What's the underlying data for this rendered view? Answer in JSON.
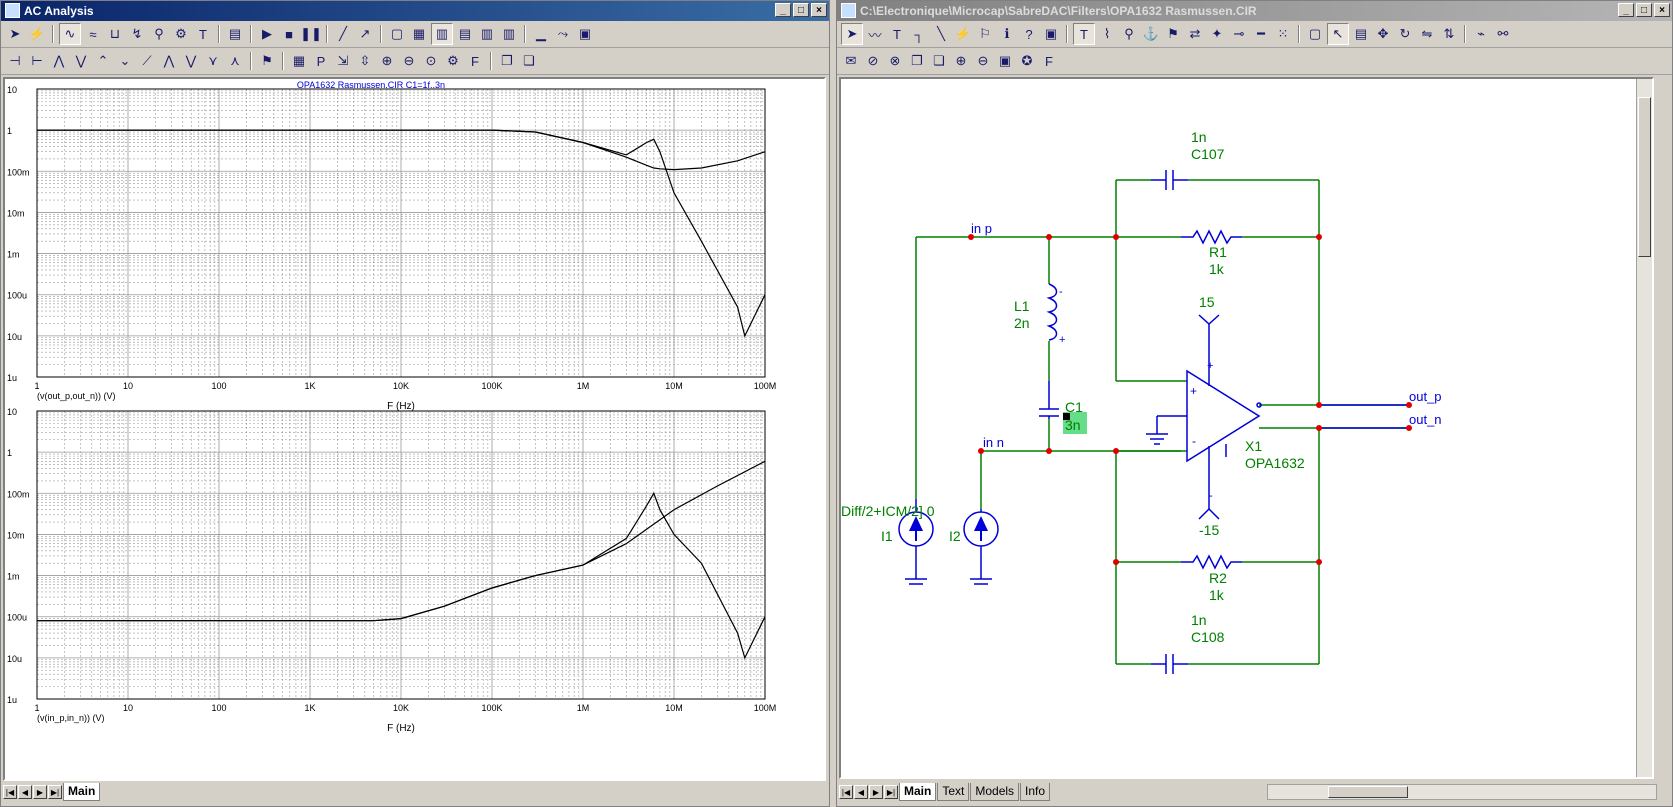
{
  "left_window": {
    "title": "AC Analysis",
    "tabs": [
      "Main"
    ],
    "plots": [
      {
        "title": "OPA1632 Rasmussen.CIR C1=1f..3n",
        "y_ticks": [
          "10",
          "1",
          "100m",
          "10m",
          "1m",
          "100u",
          "10u",
          "1u"
        ],
        "x_ticks": [
          "1",
          "10",
          "100",
          "1K",
          "10K",
          "100K",
          "1M",
          "10M",
          "100M"
        ],
        "trace_label": "(v(out_p,out_n)) (V)",
        "xlabel": "F (Hz)"
      },
      {
        "title": "",
        "y_ticks": [
          "10",
          "1",
          "100m",
          "10m",
          "1m",
          "100u",
          "10u",
          "1u"
        ],
        "x_ticks": [
          "1",
          "10",
          "100",
          "1K",
          "10K",
          "100K",
          "1M",
          "10M",
          "100M"
        ],
        "trace_label": "(v(in_p,in_n)) (V)",
        "xlabel": "F (Hz)"
      }
    ]
  },
  "right_window": {
    "title": "C:\\Electronique\\Microcap\\SabreDAC\\Filters\\OPA1632 Rasmussen.CIR",
    "tabs": [
      "Main",
      "Text",
      "Models",
      "Info"
    ],
    "schematic": {
      "c107_value": "1n",
      "c107_name": "C107",
      "r1_name": "R1",
      "r1_value": "1k",
      "node_in_p": "in p",
      "node_in_n": "in n",
      "l1_name": "L1",
      "l1_value": "2n",
      "c1_name": "C1",
      "c1_value": "3n",
      "supply_pos": "15",
      "supply_neg": "-15",
      "opamp_name": "X1",
      "opamp_model": "OPA1632",
      "out_p": "out_p",
      "out_n": "out_n",
      "source_expr": "Diff/2+ICM/2] 0",
      "i1": "I1",
      "i2": "I2",
      "r2_name": "R2",
      "r2_value": "1k",
      "c108_value": "1n",
      "c108_name": "C108",
      "pin_plus": "+",
      "pin_minus": "-"
    }
  },
  "chart_data": [
    {
      "type": "line",
      "title": "OPA1632 Rasmussen.CIR C1=1f..3n",
      "xlabel": "F (Hz)",
      "ylabel": "(v(out_p,out_n)) (V)",
      "x_scale": "log",
      "y_scale": "log",
      "xlim": [
        1,
        100000000
      ],
      "ylim": [
        1e-06,
        10
      ],
      "grid": true,
      "series": [
        {
          "x": [
            1,
            1000,
            100000,
            300000,
            1000000,
            3000000,
            5000000,
            6000000,
            7000000,
            10000000,
            20000000,
            50000000,
            100000000
          ],
          "values": [
            1,
            1,
            1,
            0.9,
            0.5,
            0.22,
            0.14,
            0.12,
            0.115,
            0.11,
            0.12,
            0.18,
            0.3
          ]
        },
        {
          "x": [
            1,
            1000,
            100000,
            300000,
            1000000,
            3000000,
            5000000,
            6000000,
            7000000,
            10000000,
            20000000,
            50000000,
            60000000,
            70000000,
            100000000
          ],
          "values": [
            1,
            1,
            1,
            0.9,
            0.5,
            0.25,
            0.5,
            0.6,
            0.3,
            0.03,
            0.002,
            5e-05,
            1e-05,
            2e-05,
            0.0001
          ]
        }
      ]
    },
    {
      "type": "line",
      "title": "",
      "xlabel": "F (Hz)",
      "ylabel": "(v(in_p,in_n)) (V)",
      "x_scale": "log",
      "y_scale": "log",
      "xlim": [
        1,
        100000000
      ],
      "ylim": [
        1e-06,
        10
      ],
      "grid": true,
      "series": [
        {
          "x": [
            1,
            1000,
            5000,
            10000,
            30000,
            100000,
            300000,
            1000000,
            3000000,
            10000000,
            30000000,
            100000000
          ],
          "values": [
            8e-05,
            8e-05,
            8e-05,
            9e-05,
            0.00018,
            0.0005,
            0.001,
            0.0018,
            0.006,
            0.04,
            0.15,
            0.6
          ]
        },
        {
          "x": [
            1,
            1000,
            5000,
            10000,
            30000,
            100000,
            300000,
            1000000,
            3000000,
            5000000,
            6000000,
            7000000,
            10000000,
            20000000,
            50000000,
            60000000,
            70000000,
            100000000
          ],
          "values": [
            8e-05,
            8e-05,
            8e-05,
            9e-05,
            0.00018,
            0.0005,
            0.001,
            0.0018,
            0.008,
            0.05,
            0.1,
            0.04,
            0.01,
            0.002,
            4e-05,
            1e-05,
            2e-05,
            0.0001
          ]
        }
      ]
    }
  ]
}
